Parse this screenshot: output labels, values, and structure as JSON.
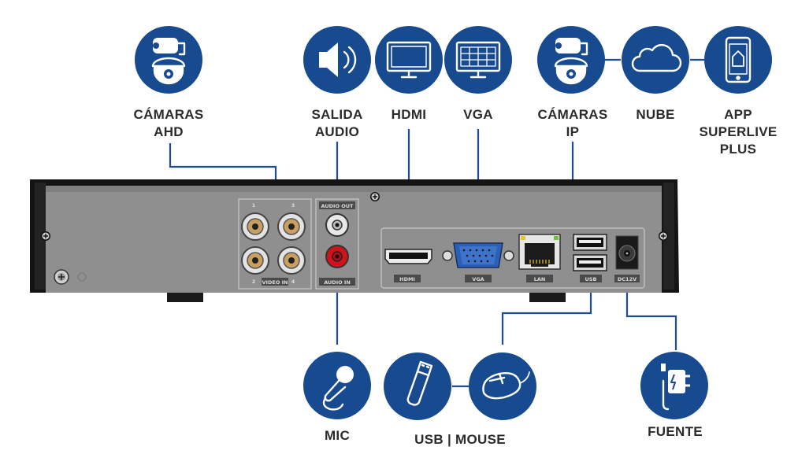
{
  "diagram": {
    "top_items": [
      {
        "id": "ahd",
        "label_lines": [
          "CÁMARAS",
          "AHD"
        ],
        "icon": "cctv-cameras-icon"
      },
      {
        "id": "audio_out",
        "label_lines": [
          "SALIDA",
          "AUDIO"
        ],
        "icon": "speaker-icon"
      },
      {
        "id": "hdmi",
        "label_lines": [
          "HDMI"
        ],
        "icon": "monitor-icon"
      },
      {
        "id": "vga",
        "label_lines": [
          "VGA"
        ],
        "icon": "grid-monitor-icon"
      },
      {
        "id": "ip",
        "label_lines": [
          "CÁMARAS",
          "IP"
        ],
        "icon": "ip-cameras-icon"
      },
      {
        "id": "cloud",
        "label_lines": [
          "NUBE"
        ],
        "icon": "cloud-icon"
      },
      {
        "id": "app",
        "label_lines": [
          "APP",
          "SUPERLIVE",
          "PLUS"
        ],
        "icon": "smartphone-icon"
      }
    ],
    "bottom_items": [
      {
        "id": "mic",
        "label": "MIC",
        "icon": "microphone-icon"
      },
      {
        "id": "usb",
        "label": "USB | MOUSE",
        "icons": [
          "usb-stick-icon",
          "mouse-icon"
        ]
      },
      {
        "id": "power",
        "label": "FUENTE",
        "icon": "power-adapter-icon"
      }
    ],
    "device_port_labels": {
      "audio_out": "AUDIO OUT",
      "audio_in": "AUDIO IN",
      "video_in": "VIDEO IN",
      "bnc_numbers": [
        "1",
        "3",
        "2",
        "4"
      ],
      "hdmi": "HDMI",
      "vga": "VGA",
      "lan": "LAN",
      "usb": "USB",
      "dc": "DC12V"
    },
    "colors": {
      "accent": "#174a8f",
      "line": "#1e4d96",
      "panel": "#8f8f8f",
      "chassis": "#141414",
      "audio_out_jack": "#e8e8e8",
      "audio_in_jack": "#d1121b"
    }
  }
}
